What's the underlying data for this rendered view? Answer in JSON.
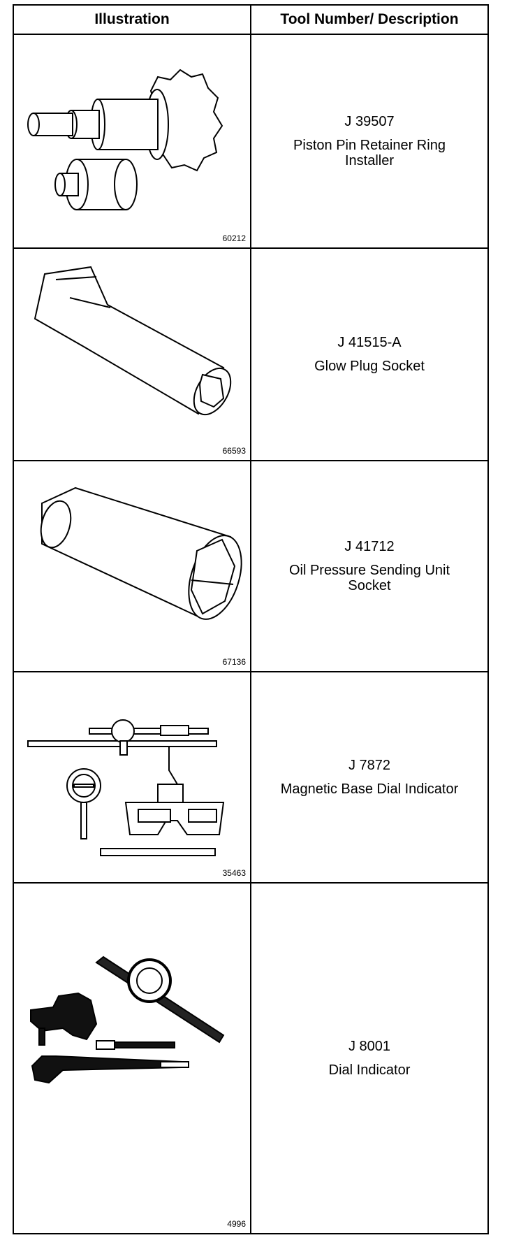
{
  "headers": {
    "illustration": "Illustration",
    "description": "Tool Number/ Description"
  },
  "rows": [
    {
      "figure": "60212",
      "number": "J 39507",
      "desc_lines": [
        "Piston Pin Retainer Ring",
        "Installer"
      ],
      "icon": "piston-pin-installer-icon"
    },
    {
      "figure": "66593",
      "number": "J 41515-A",
      "desc_lines": [
        "Glow Plug Socket"
      ],
      "icon": "glow-plug-socket-icon"
    },
    {
      "figure": "67136",
      "number": "J 41712",
      "desc_lines": [
        "Oil Pressure Sending Unit",
        "Socket"
      ],
      "icon": "oil-pressure-socket-icon"
    },
    {
      "figure": "35463",
      "number": "J 7872",
      "desc_lines": [
        "Magnetic Base Dial Indicator"
      ],
      "icon": "magnetic-base-dial-indicator-icon"
    },
    {
      "figure": "4996",
      "number": "J 8001",
      "desc_lines": [
        "Dial Indicator"
      ],
      "icon": "dial-indicator-icon"
    }
  ]
}
